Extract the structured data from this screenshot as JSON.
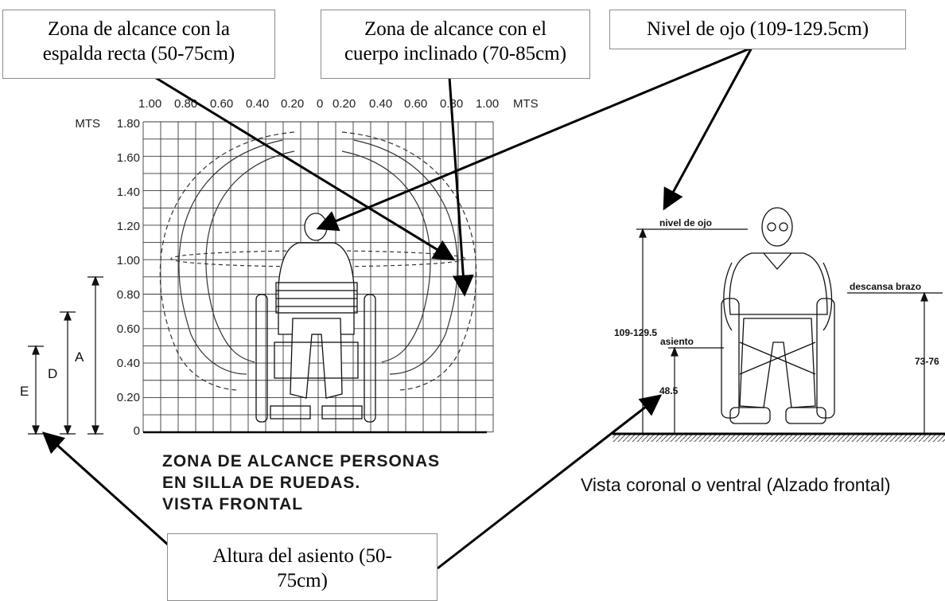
{
  "callouts": {
    "straight_back": {
      "line1": "Zona de alcance con la",
      "line2": "espalda recta (50-75cm)"
    },
    "inclined_body": {
      "line1": "Zona de alcance con el",
      "line2": "cuerpo inclinado (70-85cm)"
    },
    "eye_level": {
      "line1": "Nivel de ojo (109-129.5cm)"
    },
    "seat_height": {
      "line1": "Altura del asiento (50-",
      "line2": "75cm)"
    }
  },
  "left_diagram": {
    "x_scale_labels": [
      "1.00",
      "0.80",
      "0.60",
      "0.40",
      "0.20",
      "0",
      "0.20",
      "0.40",
      "0.60",
      "0.80",
      "1.00",
      "MTS"
    ],
    "y_unit": "MTS",
    "y_scale_labels": [
      "1.80",
      "1.60",
      "1.40",
      "1.20",
      "1.00",
      "0.80",
      "0.60",
      "0.40",
      "0.20",
      "0"
    ],
    "dim_labels": {
      "a": "A",
      "d": "D",
      "e": "E"
    },
    "title_lines": [
      "ZONA DE ALCANCE PERSONAS",
      "EN SILLA DE RUEDAS.",
      "VISTA FRONTAL"
    ]
  },
  "right_diagram": {
    "eye_level_label": "nivel de ojo",
    "armrest_label": "descansa brazo",
    "seat_label": "asiento",
    "total_height": "109-129.5",
    "seat_height": "48.5",
    "armrest_height": "73-76",
    "caption": "Vista coronal o ventral (Alzado frontal)"
  },
  "colors": {
    "line": "#000000",
    "grid": "#3a3a3a",
    "callout_border": "#8c8c8c"
  }
}
